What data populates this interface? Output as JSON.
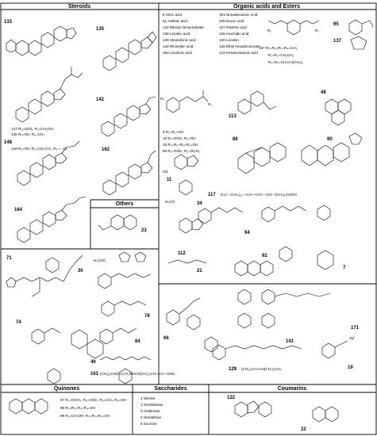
{
  "sections": {
    "steroids": "Steroids",
    "organic": "Organic acids and Esters",
    "others": "Others",
    "quinones": "Quinones",
    "saccharides": "Saccharides",
    "coumarins": "Coumarins"
  },
  "steroids": {
    "num_133": "133",
    "num_135": "135",
    "num_142": "142",
    "num_162": "162",
    "num_148": "148",
    "num_164": "164",
    "lines": [
      "147 R₁=OGlc, R₂=CH₂CH₃",
      "146 R₁=OH, R₂=CH₃",
      "149 R₁=OH, R₂=CH₂CH₃, R₃ = =O"
    ]
  },
  "organic": {
    "list_a": [
      "6 Citric acid",
      "81 Adelaic acid",
      "132 Dibutyl decanedioate",
      "138 Linoleic acid",
      "139 Stearidonic acid",
      "144 Ricinoleic acid",
      "150 Linolenic acid"
    ],
    "list_b": [
      "101 Nonadecanoic Acid",
      "105 Erucic acid",
      "127 Palmitic acid",
      "128 Arachidic acid",
      "130 Linolein",
      "136 Ethyl hexadecanoate",
      "143 Heneicosanoic acid"
    ],
    "r_lines_top": [
      "167 R₁=R₂=R₃=R₄=CH₃",
      "R₁=R₂=CH₂CH₃",
      "R₃=R₄=CH₂CH(CH₃)₂"
    ],
    "r_lines_mid": [
      "9 R₁=R₂=OH",
      "10 R₁=OGlc, R₂=OH",
      "15 R₁=R₂=R₃=R₄=OH",
      "80 R₁=OGlc, R₂=OCH₃"
    ],
    "num_95": "95",
    "num_137": "137",
    "num_113": "113",
    "num_48": "48",
    "num_86": "86",
    "num_90": "90",
    "num_11": "11",
    "num_34": "34",
    "num_117": "117",
    "formula_117": "H₃C—(CH₂)₁₁—CH—C≡C—CH—(CH₂)₆COOH",
    "num_94": "94",
    "num_112": "112",
    "num_21": "21",
    "num_92": "92",
    "num_7": "7"
  },
  "others": {
    "num_23": "23",
    "num_71": "71",
    "num_30": "30",
    "label_30": "H₃COC",
    "num_74": "74",
    "num_78": "78",
    "num_84": "84",
    "num_66": "66",
    "num_46": "46",
    "num_161": "161",
    "num_171": "171",
    "num_141": "141",
    "num_129": "129",
    "num_19": "19",
    "formula_161": "(CH₃)₂CHCH₂CH₂NHCO(CH₂)₃CH=CH—OGlc",
    "formula_129": "(CH₂)₇CH=CH(CH₂)₇CH₃",
    "label_19": "Xyl"
  },
  "quinones": {
    "lines": [
      "97 R₁=OCH₃, R₂=OGlc, R₃=CH₃, R₄=OH",
      "98 R₁=R₂=R₃=R₄=OH",
      "99 R₁=CH₂OH, R₂=R₃=R₄=OH"
    ]
  },
  "saccharides": {
    "items": [
      "1 Nitrose",
      "2 Gentiobiose",
      "3 Arabinose",
      "4 Isomaltose",
      "5 Sucrose"
    ]
  },
  "coumarins": {
    "num_122": "122",
    "num_22": "22"
  }
}
